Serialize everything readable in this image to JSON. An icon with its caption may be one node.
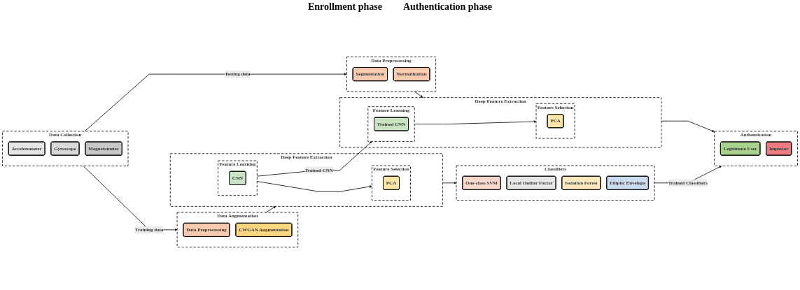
{
  "diagram": {
    "nodes": [
      {
        "text": [
          "Data Collection"
        ]
      },
      {
        "text": [
          "Accelerometer"
        ],
        "in": 0
      },
      {
        "text": [
          "Gyroscope"
        ],
        "in": 0
      },
      {
        "text": [
          "Magnetometer"
        ],
        "in": 0
      },
      {
        "text": [
          "Data Augmentation"
        ]
      },
      {
        "text": [
          "Data Preprocessing"
        ],
        "in": 4
      },
      {
        "text": [
          "CWGAN Augmentation"
        ],
        "in": 4
      },
      {
        "text": [
          "Data Preprocessing"
        ]
      },
      {
        "text": [
          "Segmentation"
        ],
        "in": 7
      },
      {
        "text": [
          "Normalization"
        ],
        "in": 7
      },
      {
        "text": [
          "Deep Feature Extraction"
        ]
      },
      {
        "text": [
          "Feature Learning"
        ],
        "in": 10
      },
      {
        "text": [
          "CNN"
        ],
        "in": 11
      },
      {
        "text": [
          "Feature Selection"
        ],
        "in": 10
      },
      {
        "text": [
          "PCA"
        ],
        "in": 13
      },
      {
        "text": [
          "Deep Feature Extraction"
        ]
      },
      {
        "text": [
          "Feature Learning"
        ],
        "in": 15
      },
      {
        "text": [
          "Trained CNN"
        ],
        "in": 16
      },
      {
        "text": [
          "Feature Selection"
        ],
        "in": 15
      },
      {
        "text": [
          "PCA"
        ],
        "in": 18
      },
      {
        "text": [
          "Classifiers"
        ]
      },
      {
        "text": [
          "One-class SVM"
        ],
        "in": 20
      },
      {
        "text": [
          "Local Outlier Factor"
        ],
        "in": 20
      },
      {
        "text": [
          "Isolation Forest"
        ],
        "in": 20
      },
      {
        "text": [
          "Elliptic Envelope"
        ],
        "in": 20
      },
      {
        "text": [
          "Authentication"
        ]
      },
      {
        "text": [
          "Legitimate User"
        ],
        "in": 25
      },
      {
        "text": [
          "Impostor"
        ],
        "in": 25
      }
    ],
    "edges": [
      {
        "from": 0,
        "to": 4,
        "arrow": "to",
        "label": "Training data"
      },
      {
        "from": 0,
        "to": 7,
        "arrow": "to",
        "label": "Testing data"
      },
      {
        "from": 4,
        "to": 10,
        "arrow": "to"
      },
      {
        "from": 11,
        "to": 13,
        "arrow": "to"
      },
      {
        "from": 10,
        "to": 20,
        "arrow": "to"
      },
      {
        "from": 11,
        "to": 16,
        "arrow": "to",
        "label": "Trained CNN"
      },
      {
        "from": 7,
        "to": 15,
        "arrow": "to"
      },
      {
        "from": 16,
        "to": 18,
        "arrow": "to"
      },
      {
        "from": 15,
        "to": 25,
        "arrow": "to"
      },
      {
        "from": 20,
        "to": 25,
        "arrow": "to",
        "label": "Trained Classifiers"
      }
    ],
    "labels": [
      "Enrollment phase",
      "Authentication phase"
    ]
  }
}
